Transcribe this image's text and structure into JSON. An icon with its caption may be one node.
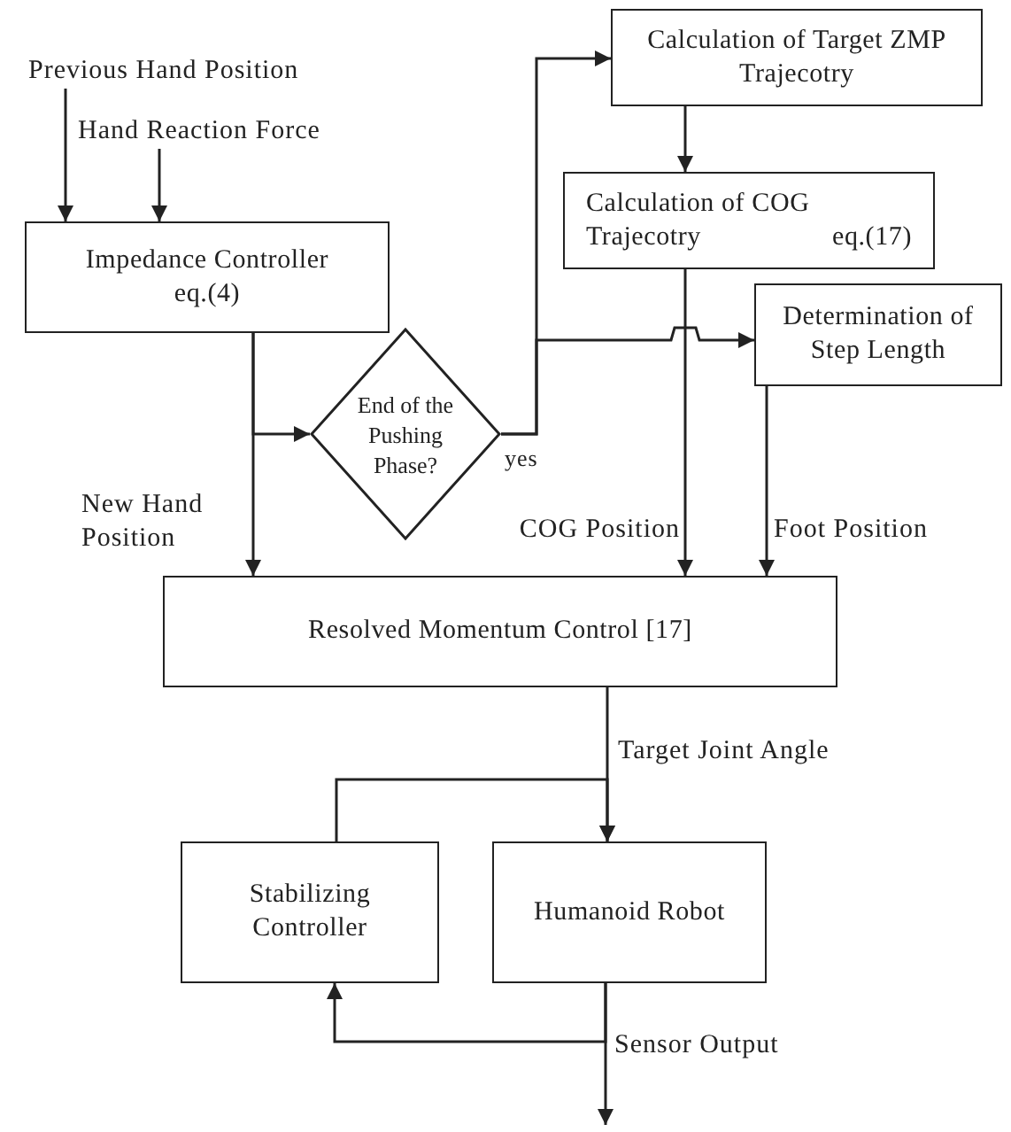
{
  "diagram": {
    "nodes": [
      {
        "text": [
          "Previous Hand Position"
        ]
      },
      {
        "text": [
          "Hand Reaction Force"
        ]
      },
      {
        "text": [
          "Impedance Controller",
          "eq.(4)"
        ]
      },
      {
        "text": [
          "End of the Pushing Phase?"
        ]
      },
      {
        "text": [
          "Calculation of Target ZMP Trajecotry"
        ]
      },
      {
        "text": [
          "Calculation of COG Trajecotry",
          "eq.(17)"
        ]
      },
      {
        "text": [
          "Determination of Step Length"
        ]
      },
      {
        "text": [
          "Resolved Momentum Control [17]"
        ]
      },
      {
        "text": [
          "Humanoid Robot"
        ]
      },
      {
        "text": [
          "Stabilizing Controller"
        ]
      }
    ],
    "edges": [
      {
        "from": 0,
        "to": 2,
        "arrow": "to"
      },
      {
        "from": 1,
        "to": 2,
        "arrow": "to"
      },
      {
        "from": 2,
        "to": 7,
        "arrow": "to",
        "label": "New Hand Position"
      },
      {
        "from": 2,
        "to": 3,
        "arrow": "to"
      },
      {
        "from": 3,
        "to": 4,
        "arrow": "to",
        "label": "yes"
      },
      {
        "from": 3,
        "to": 6,
        "arrow": "to"
      },
      {
        "from": 4,
        "to": 5,
        "arrow": "to"
      },
      {
        "from": 5,
        "to": 7,
        "arrow": "to",
        "label": "COG Position"
      },
      {
        "from": 6,
        "to": 7,
        "arrow": "to",
        "label": "Foot Position"
      },
      {
        "from": 7,
        "to": 8,
        "arrow": "to",
        "label": "Target Joint Angle"
      },
      {
        "from": 9,
        "to": 8,
        "arrow": "to"
      },
      {
        "from": 8,
        "to": null,
        "arrow": "to",
        "label": "Sensor Output"
      },
      {
        "from": 8,
        "to": 9,
        "arrow": "to"
      }
    ]
  }
}
